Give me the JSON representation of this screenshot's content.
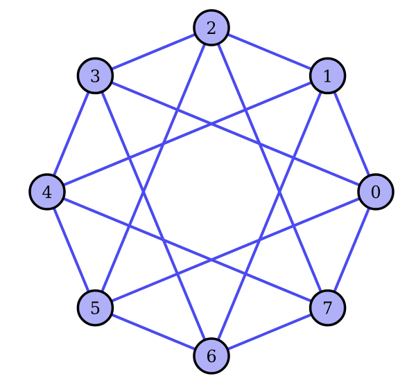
{
  "graph": {
    "colors": {
      "edge": "#4a4af0",
      "node_fill": "#b0b0f8",
      "node_stroke": "#000000",
      "label": "#000000"
    },
    "nodes": [
      {
        "id": 0,
        "label": "0"
      },
      {
        "id": 1,
        "label": "1"
      },
      {
        "id": 2,
        "label": "2"
      },
      {
        "id": 3,
        "label": "3"
      },
      {
        "id": 4,
        "label": "4"
      },
      {
        "id": 5,
        "label": "5"
      },
      {
        "id": 6,
        "label": "6"
      },
      {
        "id": 7,
        "label": "7"
      }
    ],
    "edges": [
      [
        0,
        1
      ],
      [
        1,
        2
      ],
      [
        2,
        3
      ],
      [
        3,
        4
      ],
      [
        4,
        5
      ],
      [
        5,
        6
      ],
      [
        6,
        7
      ],
      [
        7,
        0
      ],
      [
        0,
        3
      ],
      [
        1,
        4
      ],
      [
        2,
        5
      ],
      [
        3,
        6
      ],
      [
        4,
        7
      ],
      [
        5,
        0
      ],
      [
        6,
        1
      ],
      [
        7,
        2
      ]
    ]
  }
}
